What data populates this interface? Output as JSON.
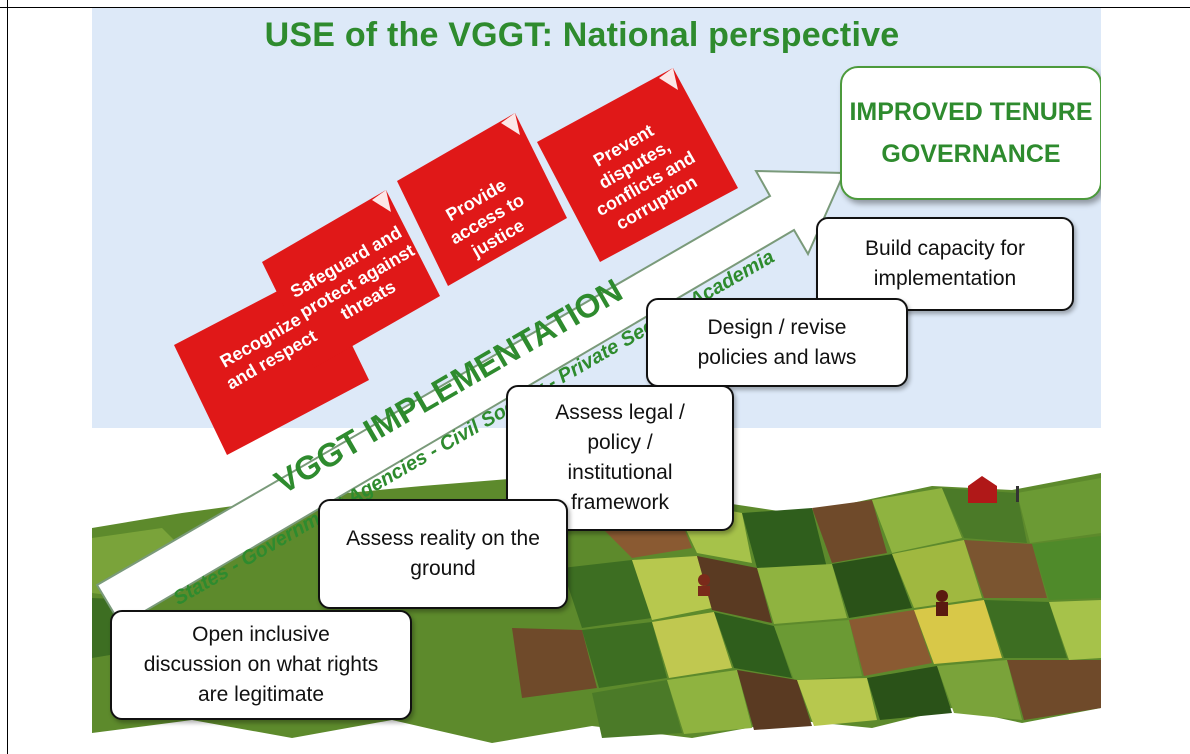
{
  "title": "USE of the VGGT: National perspective",
  "goal": "IMPROVED TENURE GOVERNANCE",
  "arrow": {
    "label": "VGGT IMPLEMENTATION",
    "actors": "States - Government Agencies - Civil Society - Private Sector - Academia"
  },
  "cards": [
    "Recognize and respect",
    "Safeguard and protect against threats",
    "Provide access to justice",
    "Prevent disputes, conflicts and corruption"
  ],
  "steps": [
    "Open inclusive discussion on what rights are legitimate",
    "Assess reality on the ground",
    "Assess legal / policy / institutional framework",
    "Design / revise policies and laws",
    "Build capacity for implementation"
  ],
  "colors": {
    "accent_green": "#2e8b2e",
    "card_red": "#e01818",
    "sky": "#dde9f8"
  }
}
